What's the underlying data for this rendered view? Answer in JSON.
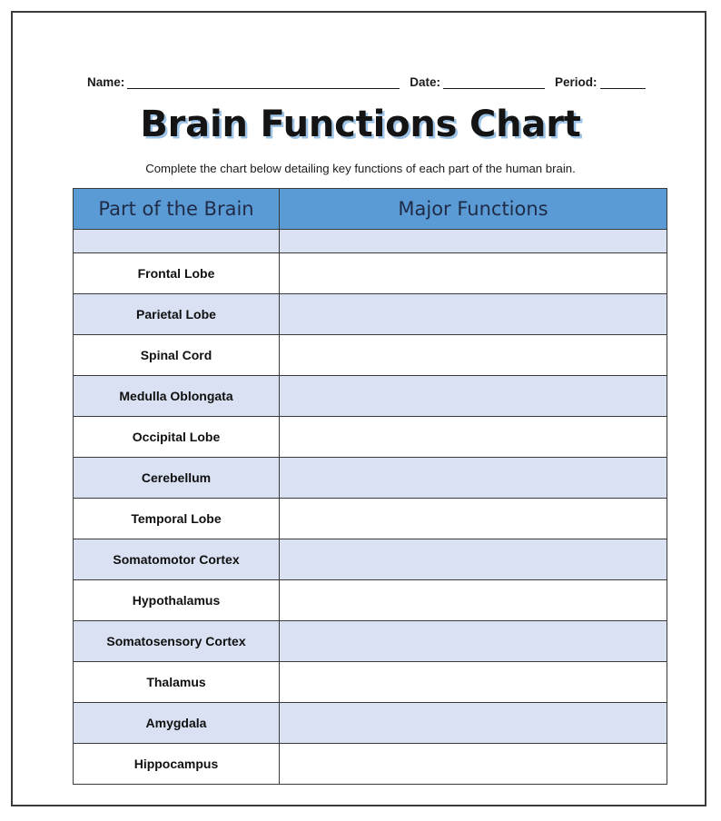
{
  "worksheet": {
    "header_fields": [
      {
        "label": "Name:",
        "value": "",
        "rule_class": "rule-name"
      },
      {
        "label": "Date:",
        "value": "",
        "rule_class": "rule-date"
      },
      {
        "label": "Period:",
        "value": "",
        "rule_class": "rule-period"
      }
    ],
    "title": "Brain Functions Chart",
    "subtitle": "Complete the chart below detailing key functions of each part of the human brain.",
    "colors": {
      "header_fill": "#5B9BD5",
      "header_text": "#1F2B47",
      "row_shade": "#D9E1F2",
      "row_plain": "#FFFFFF",
      "border": "#3A3A3A",
      "title_shadow": "#9DC3E6",
      "text": "#101010"
    }
  },
  "chart_data": {
    "type": "table",
    "title": "Brain Functions Chart",
    "columns": [
      "Part of the Brain",
      "Major Functions"
    ],
    "rows": [
      {
        "part": "",
        "functions": "",
        "shaded": true,
        "spacer": true
      },
      {
        "part": "Frontal Lobe",
        "functions": "",
        "shaded": false,
        "spacer": false
      },
      {
        "part": "Parietal Lobe",
        "functions": "",
        "shaded": true,
        "spacer": false
      },
      {
        "part": "Spinal Cord",
        "functions": "",
        "shaded": false,
        "spacer": false
      },
      {
        "part": "Medulla Oblongata",
        "functions": "",
        "shaded": true,
        "spacer": false
      },
      {
        "part": "Occipital Lobe",
        "functions": "",
        "shaded": false,
        "spacer": false
      },
      {
        "part": "Cerebellum",
        "functions": "",
        "shaded": true,
        "spacer": false
      },
      {
        "part": "Temporal Lobe",
        "functions": "",
        "shaded": false,
        "spacer": false
      },
      {
        "part": "Somatomotor Cortex",
        "functions": "",
        "shaded": true,
        "spacer": false
      },
      {
        "part": "Hypothalamus",
        "functions": "",
        "shaded": false,
        "spacer": false
      },
      {
        "part": "Somatosensory Cortex",
        "functions": "",
        "shaded": true,
        "spacer": false
      },
      {
        "part": "Thalamus",
        "functions": "",
        "shaded": false,
        "spacer": false
      },
      {
        "part": "Amygdala",
        "functions": "",
        "shaded": true,
        "spacer": false
      },
      {
        "part": "Hippocampus",
        "functions": "",
        "shaded": false,
        "spacer": false
      }
    ]
  }
}
